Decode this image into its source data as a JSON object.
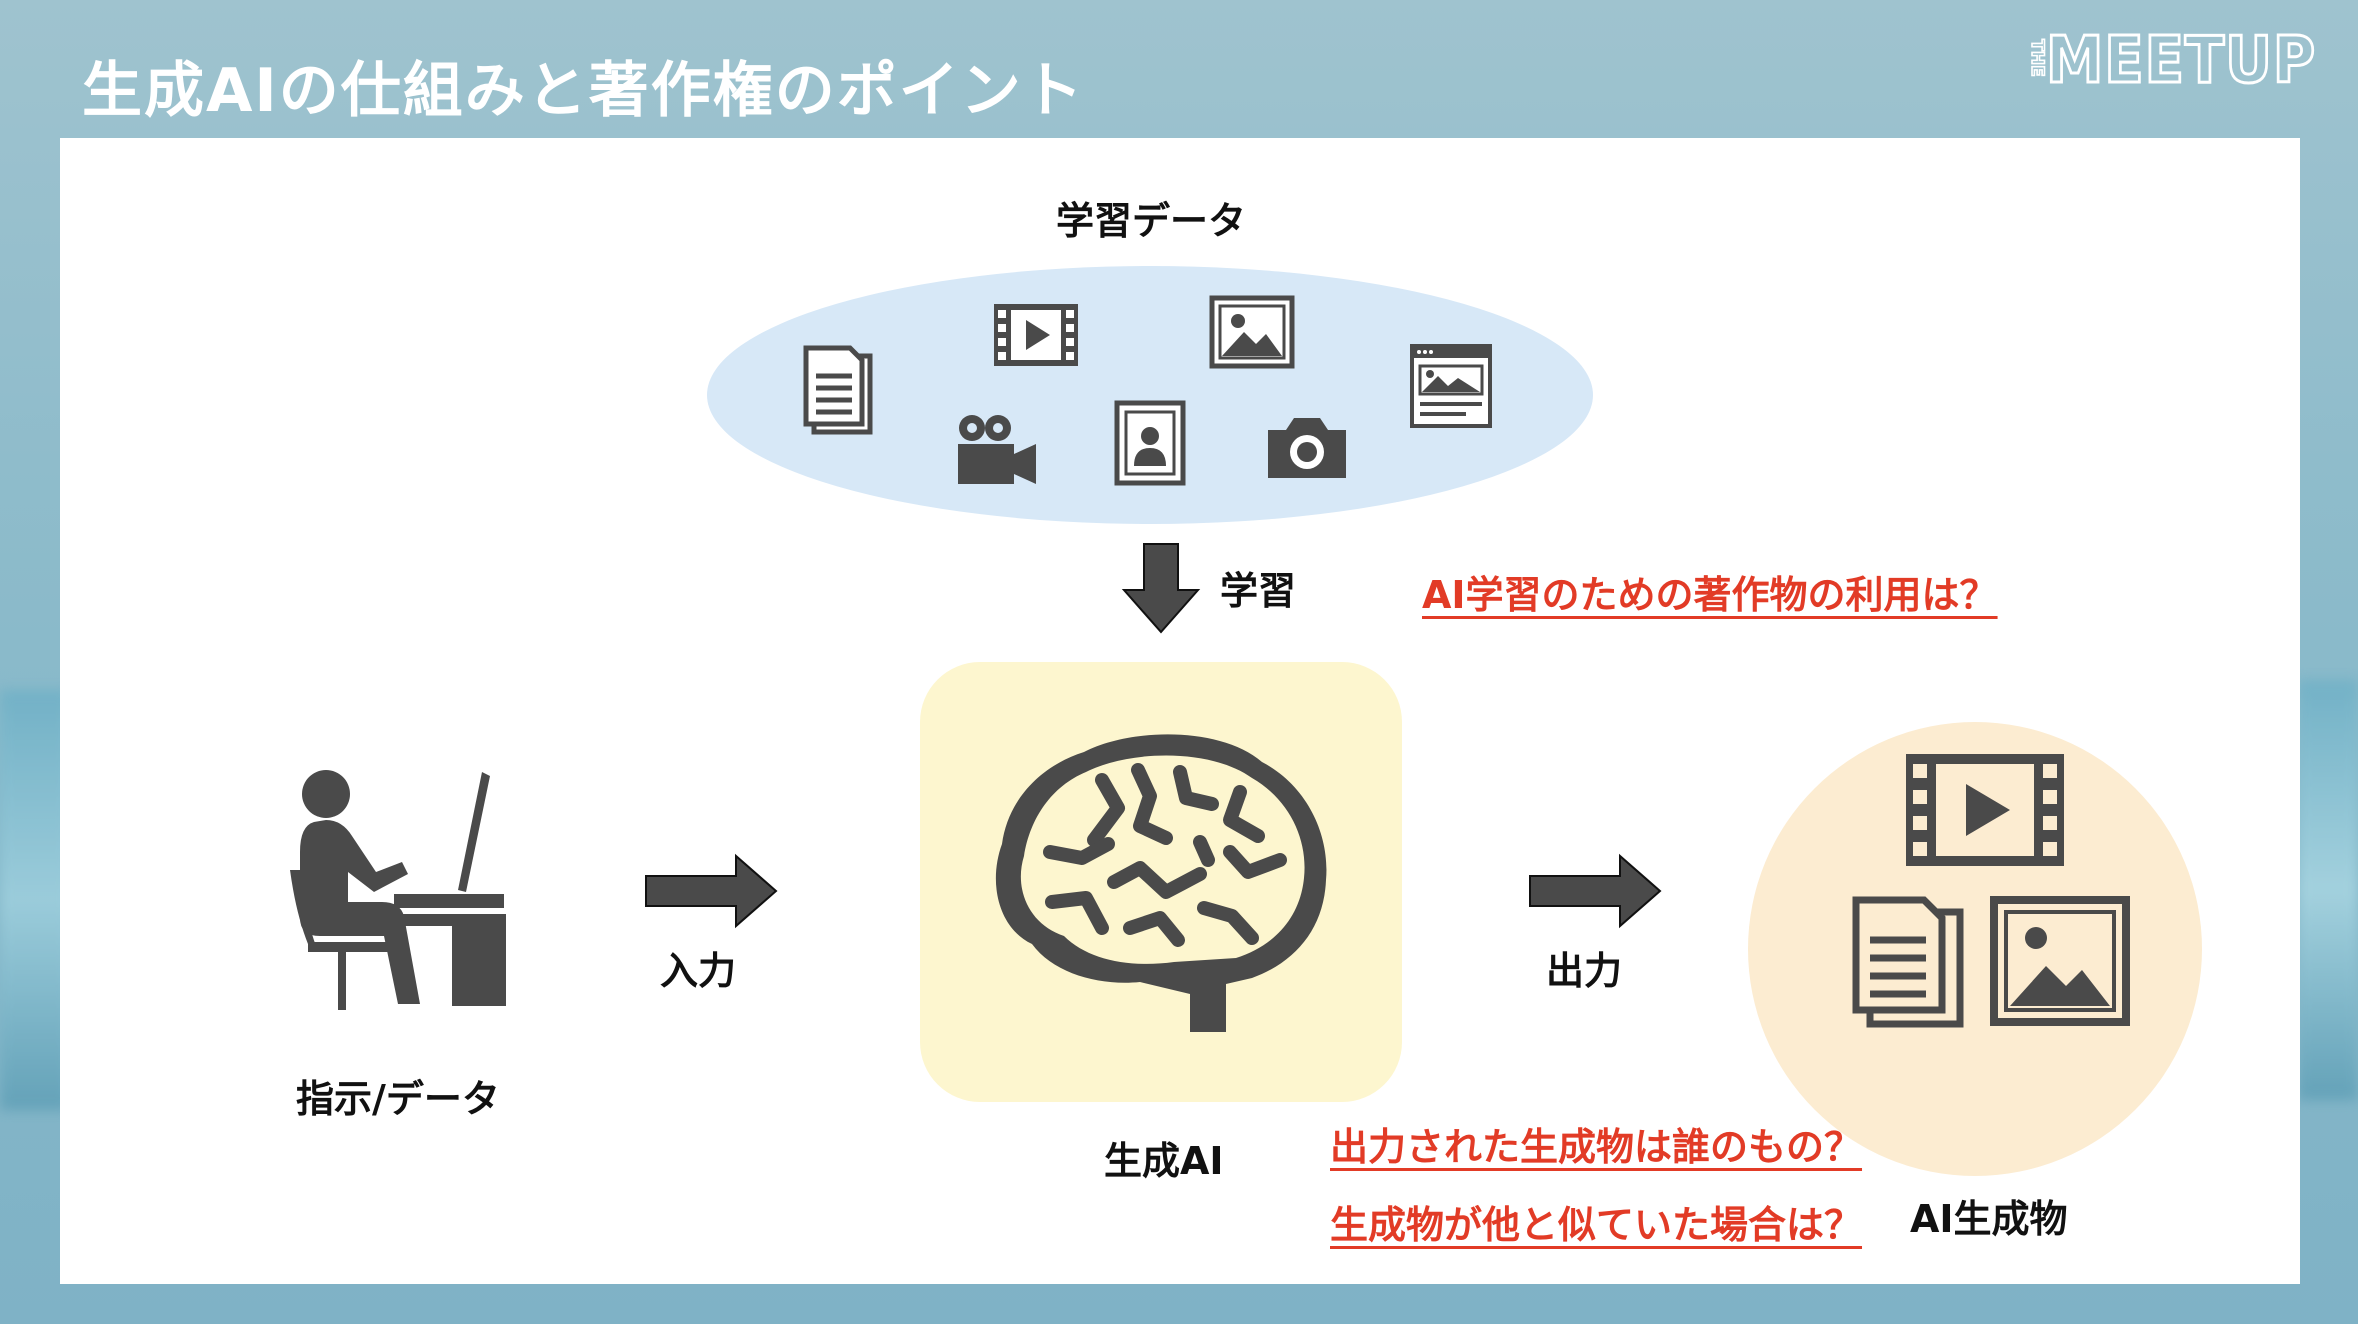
{
  "header": {
    "title": "生成AIの仕組みと著作権のポイント",
    "logo_prefix": "THE",
    "logo_text": "MEETUP"
  },
  "diagram": {
    "training_data_label": "学習データ",
    "learn_label": "学習",
    "input_label": "入力",
    "output_label": "出力",
    "user_label": "指示/データ",
    "ai_label": "生成AI",
    "ai_output_label": "AI生成物",
    "questions": {
      "training_use": "AI学習のための著作物の利用は？",
      "output_owner": "出力された生成物は誰のもの？",
      "similarity": "生成物が他と似ていた場合は？"
    },
    "data_icons": [
      "document-icon",
      "film-icon",
      "image-icon",
      "webpage-icon",
      "movie-camera-icon",
      "portrait-icon",
      "camera-icon"
    ],
    "output_icons": [
      "film-icon",
      "document-icon",
      "image-icon"
    ]
  },
  "colors": {
    "accent_red": "#e23b26",
    "ellipse_blue": "#d7e8f7",
    "brain_box": "#fdf6cf",
    "output_circle": "#fcecd1",
    "icon_gray": "#4a4a4a"
  }
}
